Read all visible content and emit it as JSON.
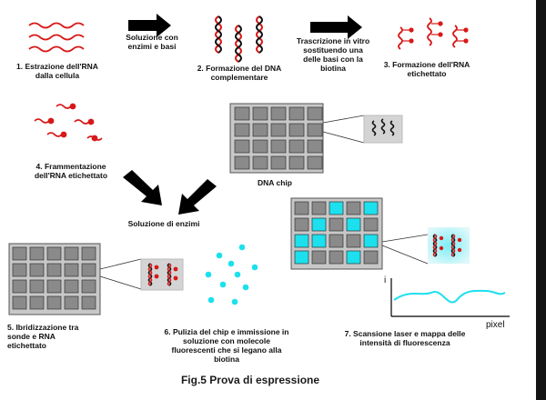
{
  "diagram": {
    "figure_caption": "Fig.5 Prova di espressione",
    "steps": [
      {
        "label": "1. Estrazione dell'RNA\ndalla cellula"
      },
      {
        "label": "2. Formazione del DNA\ncomplementare"
      },
      {
        "label": "3. Formazione dell'RNA\netichettato"
      },
      {
        "label": "4. Frammentazione\ndell'RNA etichettato"
      },
      {
        "label": "5. Ibridizzazione tra\nsonde e RNA\netichettato"
      },
      {
        "label": "6. Pulizia del chip e immissione in\nsoluzione con molecole\nfluorescenti che si legano alla\nbiotina"
      },
      {
        "label": "7. Scansione laser e mappa delle\nintensità di fluorescenza"
      }
    ],
    "arrow_labels": {
      "solution_enzymes": "Soluzione con\nenzimi e basi",
      "in_vitro": "Trascrizione in vitro\nsostituendo una\ndelle basi con la\nbiotina"
    },
    "dna_chip_label": "DNA chip",
    "enzyme_solution_label": "Soluzione di enzimi",
    "graph": {
      "y_axis": "i",
      "x_axis": "pixel"
    },
    "colors": {
      "rna": "#d81818",
      "dna": "#111111",
      "fluorescent": "#1ce0ee",
      "chip": "#c8c8c8",
      "chip_cell": "#8a8a8a",
      "arrow": "#000000"
    }
  }
}
